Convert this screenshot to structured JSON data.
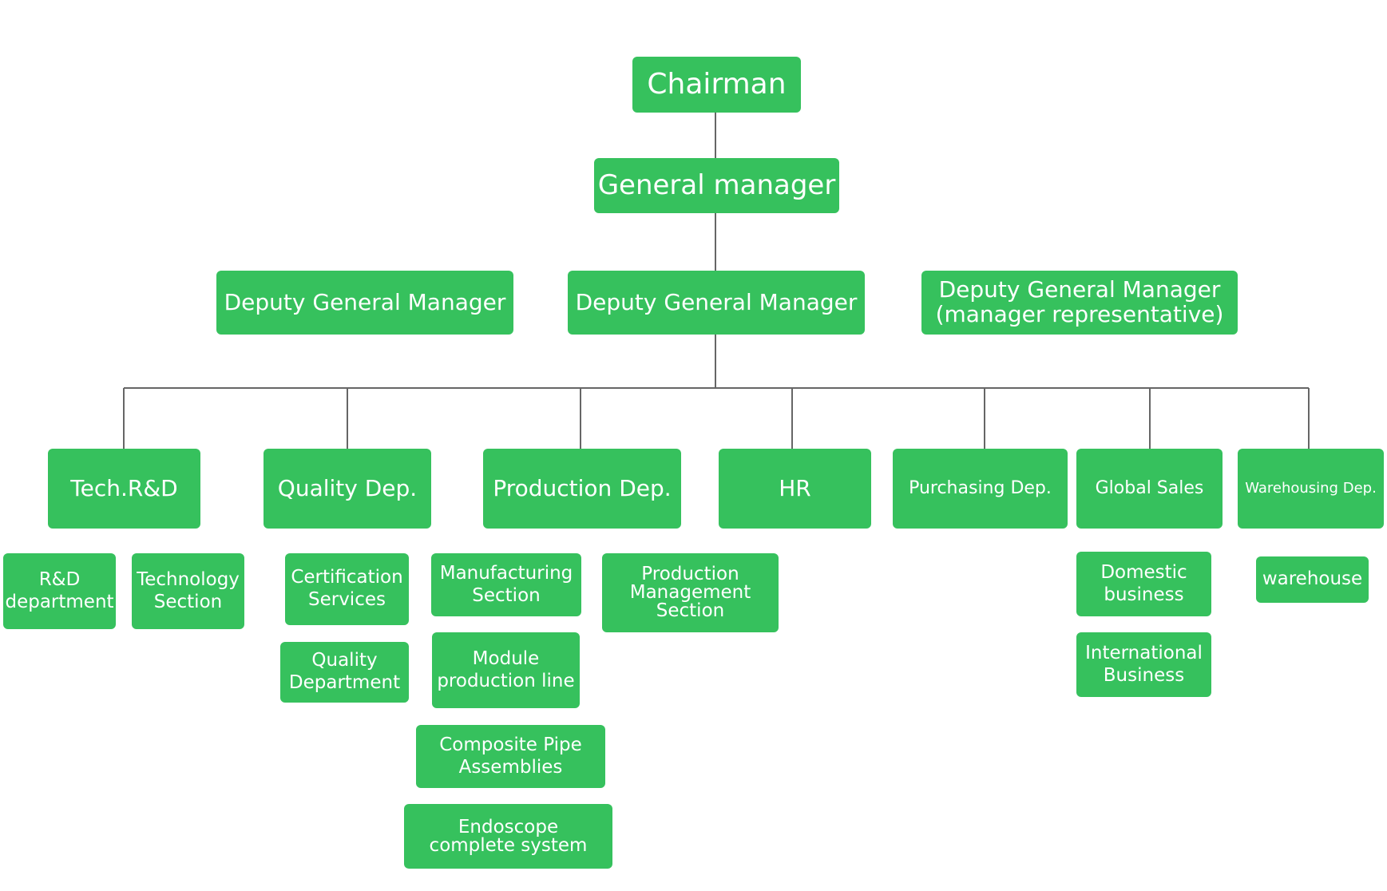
{
  "chairman": "Chairman",
  "general_manager": "General manager",
  "deputy_left": "Deputy General Manager",
  "deputy_center": "Deputy General Manager",
  "deputy_right": "Deputy General Manager\n(manager representative)",
  "departments": {
    "tech_rd": "Tech.R&D",
    "quality": "Quality Dep.",
    "production": "Production Dep.",
    "hr": "HR",
    "purchasing": "Purchasing Dep.",
    "global_sales": "Global Sales",
    "warehousing": "Warehousing Dep."
  },
  "sections": {
    "rd_department": "R&D\ndepartment",
    "technology_section": "Technology\nSection",
    "certification_services": "Certification\nServices",
    "quality_department": "Quality\nDepartment",
    "manufacturing_section": "Manufacturing\nSection",
    "module_production_line": "Module\nproduction line",
    "composite_pipe_assemblies": "Composite Pipe\nAssemblies",
    "endoscope_complete_system": "Endoscope\ncomplete system",
    "production_management_section": "Production\nManagement\nSection",
    "domestic_business": "Domestic\nbusiness",
    "international_business": "International\nBusiness",
    "warehouse": "warehouse"
  },
  "colors": {
    "node_fill": "#36c15d",
    "node_text": "#ffffff",
    "connector": "#666666"
  }
}
